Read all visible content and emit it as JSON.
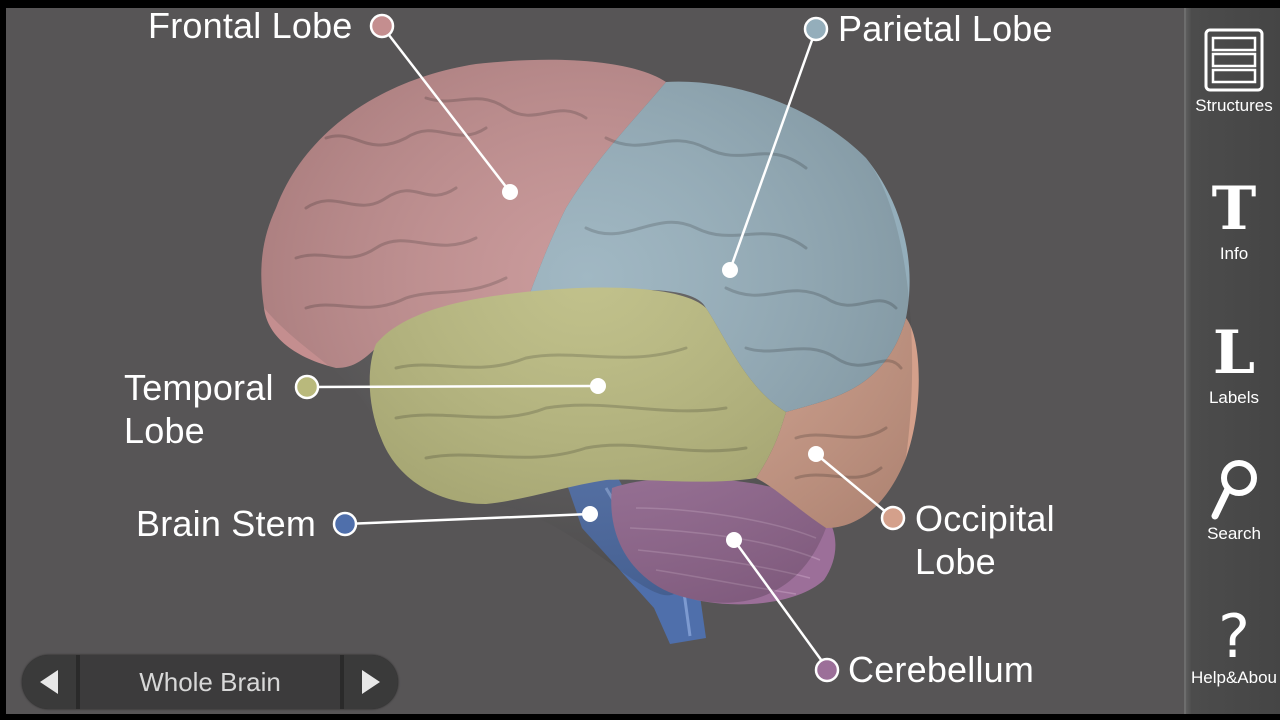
{
  "labels": {
    "frontal": "Frontal Lobe",
    "parietal": "Parietal Lobe",
    "temporal_line1": "Temporal",
    "temporal_line2": "Lobe",
    "brain_stem": "Brain Stem",
    "occipital_line1": "Occipital",
    "occipital_line2": "Lobe",
    "cerebellum": "Cerebellum"
  },
  "colors": {
    "frontal": "#c48e8f",
    "parietal": "#94aebb",
    "temporal": "#b9b97c",
    "occipital": "#d4a08b",
    "cerebellum": "#9c6f99",
    "brain_stem": "#4f6fab",
    "background": "#575556"
  },
  "sidebar": {
    "items": [
      {
        "label": "Structures",
        "icon": "structures-list-icon"
      },
      {
        "label": "Info",
        "icon": "T"
      },
      {
        "label": "Labels",
        "icon": "L"
      },
      {
        "label": "Search",
        "icon": "search-icon"
      },
      {
        "label": "Help&Abou",
        "icon": "?"
      }
    ]
  },
  "nav": {
    "title": "Whole Brain",
    "prev_icon": "triangle-left-icon",
    "next_icon": "triangle-right-icon"
  }
}
